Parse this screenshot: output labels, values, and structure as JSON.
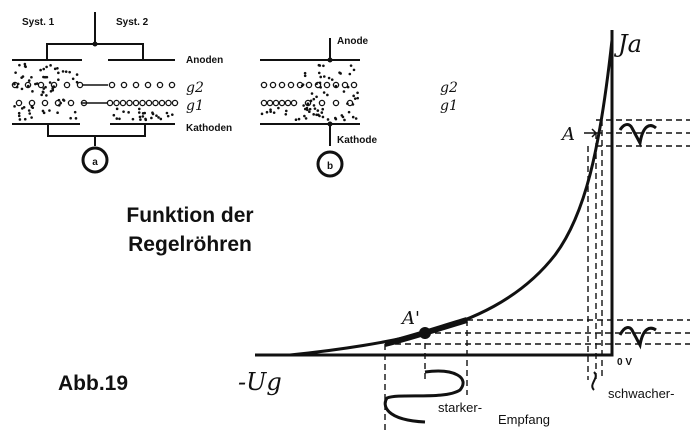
{
  "diagram_a": {
    "system1": "Syst. 1",
    "system2": "Syst. 2",
    "anodes": "Anoden",
    "g2": "g2",
    "g1": "g1",
    "cathodes": "Kathoden",
    "marker": "a"
  },
  "diagram_b": {
    "anode": "Anode",
    "g2": "g2",
    "g1": "g1",
    "cathode": "Kathode",
    "marker": "b"
  },
  "title_line1": "Funktion der",
  "title_line2": "Regelröhren",
  "figure_label": "Abb.19",
  "graph": {
    "y_axis": "Ja",
    "x_axis": "-Ug",
    "point_a": "A",
    "point_a_prime": "A'",
    "zero": "0 V",
    "strong": "starker-",
    "reception": "Empfang",
    "weak": "schwacher-"
  }
}
